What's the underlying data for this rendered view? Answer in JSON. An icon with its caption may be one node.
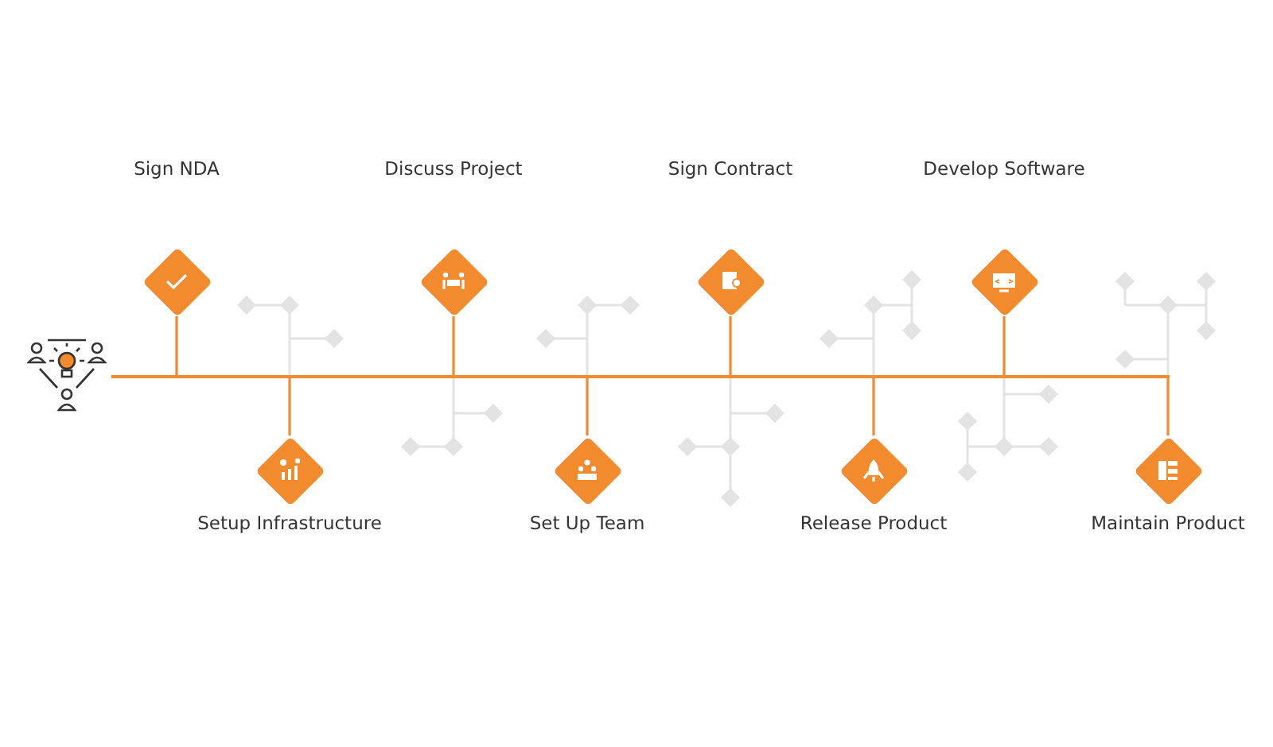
{
  "diagram": {
    "nodes": [
      {
        "text": [],
        "shape": "bar"
      },
      {
        "text": [
          "Sign NDA"
        ]
      },
      {
        "text": [
          "Setup Infrastructure"
        ]
      },
      {
        "text": [
          "Discuss Project"
        ]
      },
      {
        "text": [
          "Set Up Team"
        ]
      },
      {
        "text": [
          "Sign Contract"
        ]
      },
      {
        "text": [
          "Release Product"
        ]
      },
      {
        "text": [
          "Develop Software"
        ]
      },
      {
        "text": [
          "Maintain Product"
        ]
      }
    ],
    "edges": [
      {
        "from": 1,
        "to": 0,
        "arrow": "none"
      },
      {
        "from": 2,
        "to": 0,
        "arrow": "none"
      },
      {
        "from": 3,
        "to": 0,
        "arrow": "none"
      },
      {
        "from": 4,
        "to": 0,
        "arrow": "none"
      },
      {
        "from": 5,
        "to": 0,
        "arrow": "none"
      },
      {
        "from": 6,
        "to": 0,
        "arrow": "none"
      },
      {
        "from": 7,
        "to": 0,
        "arrow": "none"
      },
      {
        "from": 8,
        "to": 0,
        "arrow": "none"
      }
    ]
  }
}
